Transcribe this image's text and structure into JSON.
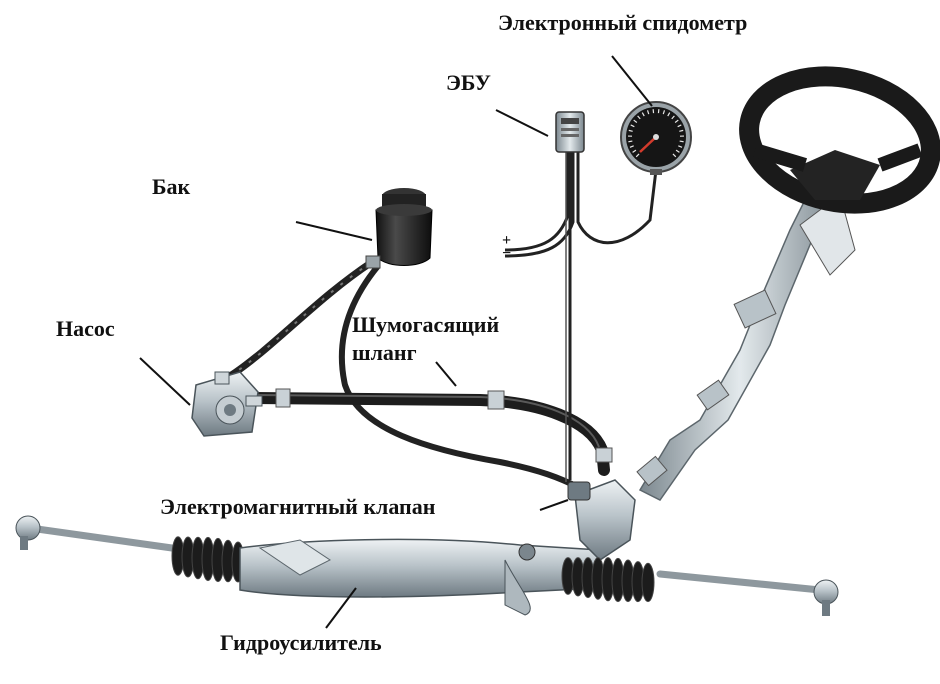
{
  "labels": {
    "speedometer": "Электронный спидометр",
    "ecu": "ЭБУ",
    "tank": "Бак",
    "pump": "Насос",
    "hose_line1": "Шумогасящий",
    "hose_line2": "шланг",
    "valve": "Электромагнитный клапан",
    "booster": "Гидроусилитель"
  },
  "ecu_terminals": {
    "plus": "+",
    "minus": "−"
  },
  "colors": {
    "metal_light": "#d9e0e4",
    "metal_mid": "#a9b4bb",
    "metal_dark": "#6f7b83",
    "rubber": "#1c1c1c",
    "hose": "#2a2a2a",
    "gauge_face": "#151515",
    "needle": "#d33b2c",
    "leader": "#111111"
  }
}
